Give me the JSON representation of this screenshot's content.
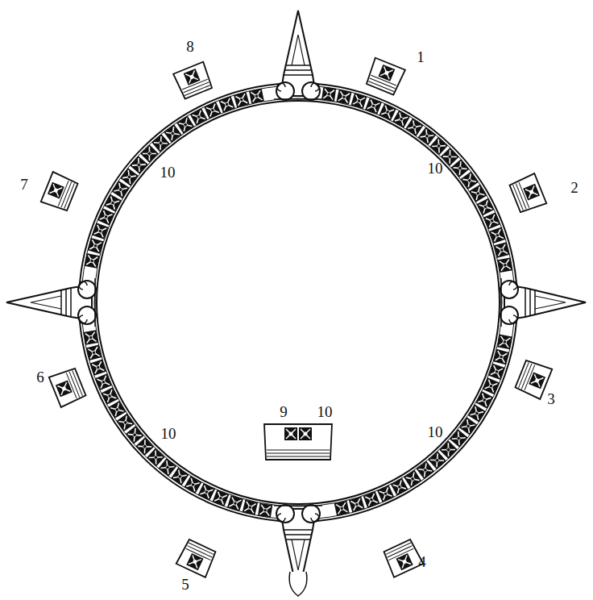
{
  "diagram": {
    "labels": [
      "8",
      "1",
      "10",
      "10",
      "7",
      "2",
      "6",
      "3",
      "9",
      "10",
      "10",
      "10",
      "5",
      "4"
    ]
  }
}
